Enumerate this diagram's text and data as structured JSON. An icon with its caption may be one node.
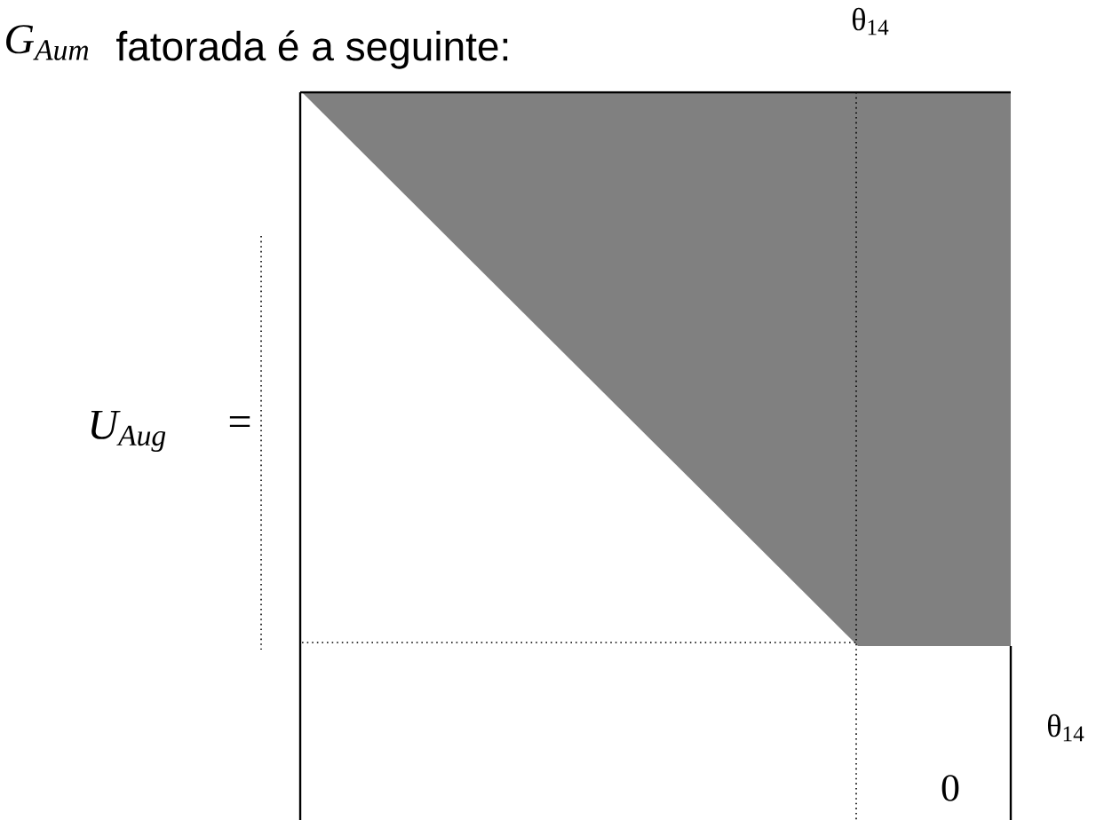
{
  "diagram": {
    "labels": [
      "G$_{Aum}$",
      "fatorada é a seguinte:",
      "θ$_{14}$",
      "U$_{Aug}$",
      "=",
      "θ$_{14}$",
      "0"
    ]
  }
}
